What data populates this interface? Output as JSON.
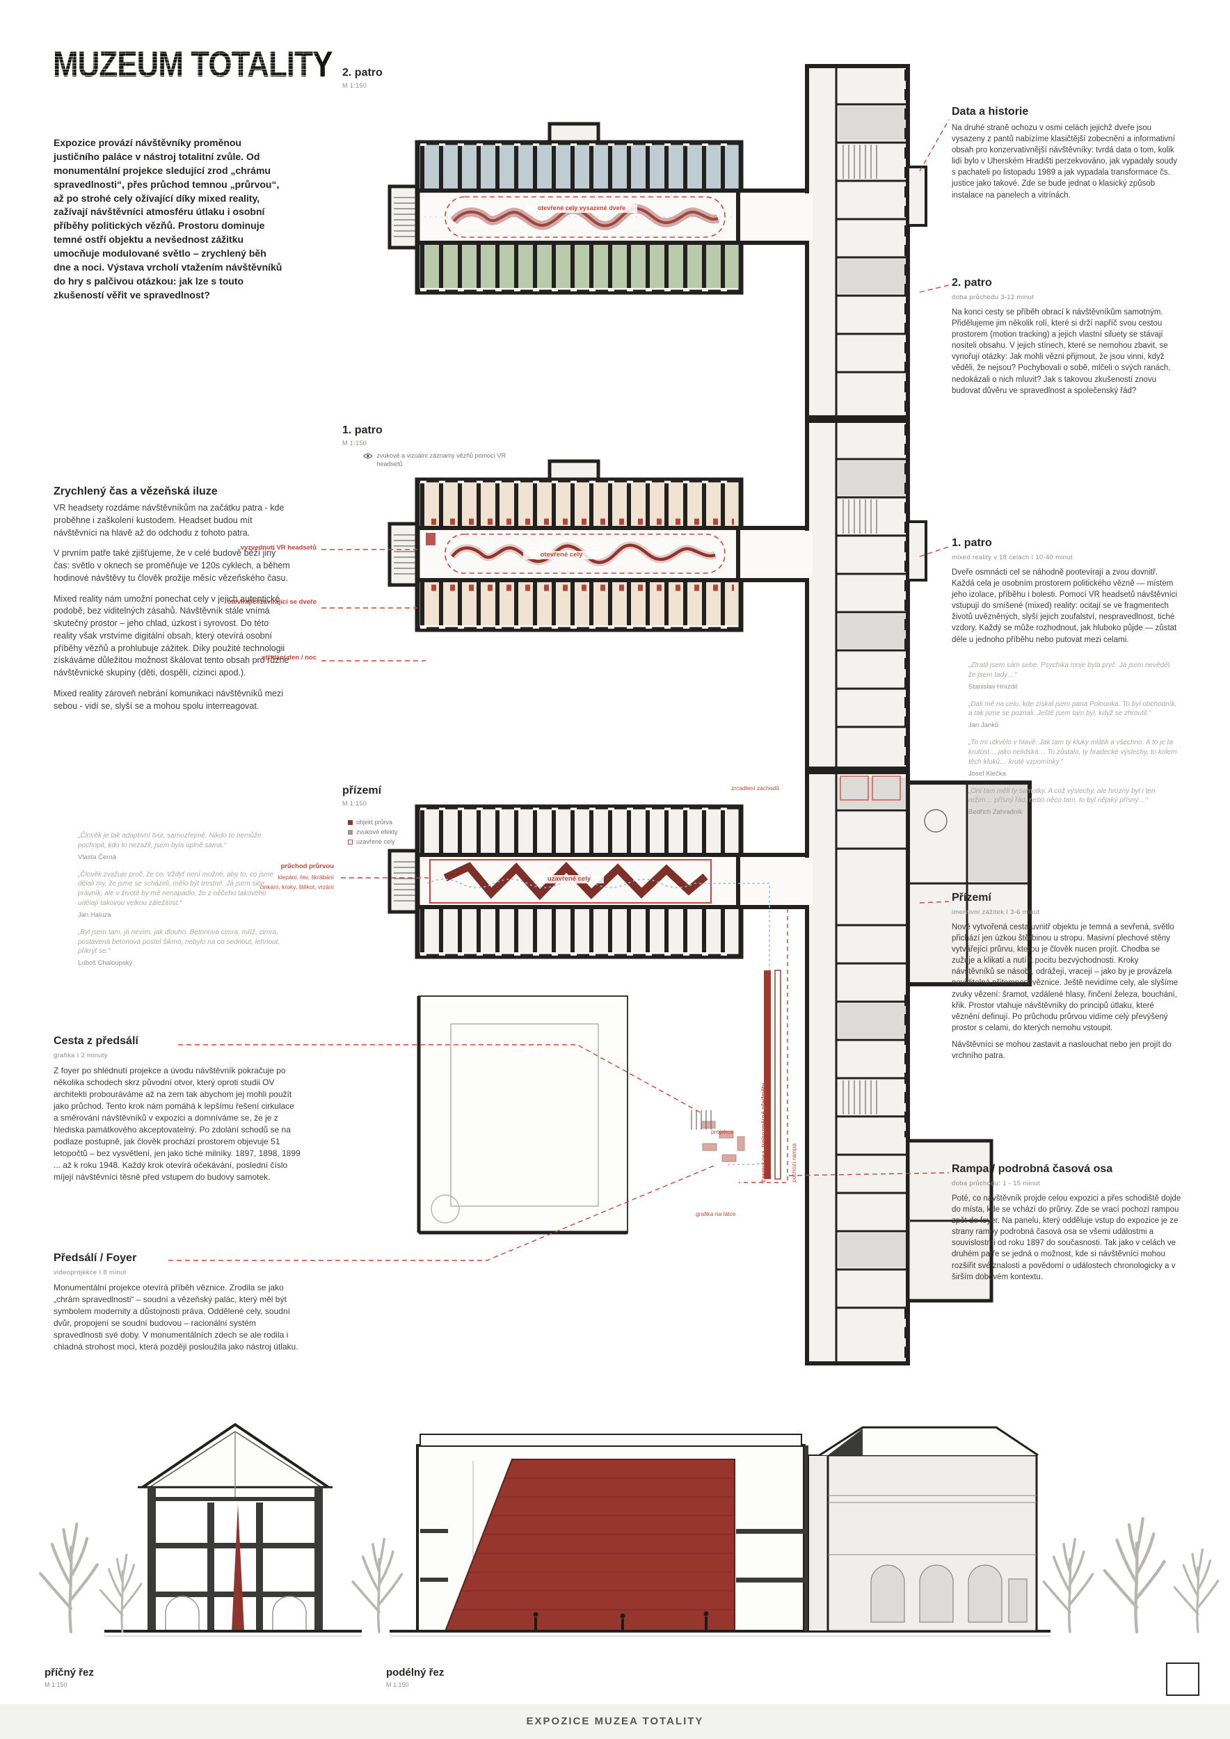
{
  "title": "MUZEUM TOTALITY",
  "footer": "EXPOZICE MUZEA TOTALITY",
  "colors": {
    "accent_red": "#cf4437",
    "dark_red_object": "#8e362e",
    "cells_blue": "#bfcdd2",
    "cells_green": "#b9cbab",
    "cells_cream": "#f1e3d2",
    "ink": "#22211f"
  },
  "icons": {
    "legend_eye": "eye-icon"
  },
  "intro": "Expozice provází návštěvníky proměnou justičního paláce v nástroj totalitní zvůle. Od monumentální projekce sledující zrod „chrámu spravedlnosti“, přes průchod temnou „průrvou“, až po strohé cely ožívající díky mixed reality, zažívají návštěvníci atmosféru útlaku i osobní příběhy politických vězňů. Prostoru dominuje temné ostří objektu a nevšednost zážitku umocňuje modulované světlo – zrychlený běh dne a noci. Výstava vrcholí vtažením návštěvníků do hry s palčivou otázkou: jak lze s touto zkušeností věřit ve spravedlnost?",
  "plans": {
    "second": {
      "label": "2. patro",
      "scale": "M 1:150",
      "open_cells": "otevřené cely vysazené dveře"
    },
    "first": {
      "label": "1. patro",
      "scale": "M 1:150",
      "legend": "zvukové a vizuální záznamy vězňů pomocí VR headsetů",
      "ann1": "vyzvednutí VR headsetů",
      "ann2": "otevírající/zavírající se dveře",
      "ann3": "střídání den / noc",
      "center": "otevřené cely"
    },
    "ground": {
      "label": "přízemí",
      "scale": "M 1:150",
      "legend1": "objekt průrva",
      "legend2": "zvukové efekty",
      "legend3": "uzavřené cely",
      "pass_title": "průchod průrvou",
      "pass_sub": "klepání, řev, škrábání",
      "sounds": "cinkání, kroky, štěkot, vrzání",
      "closed": "uzavřené cely",
      "mirror": "zrcadlení záchodů",
      "fabric": "grafika na látce",
      "projection": "projekce",
      "timeline": "časová osa, trojrozměrné předměty",
      "ramp_label": "pochozí rampa"
    }
  },
  "right_col": {
    "data_history": {
      "title": "Data a historie",
      "body": "Na druhé straně ochozu v osmi celách jejichž dveře jsou vysazeny z pantů nabízíme klasičtější zobecnění a informativní obsah pro konzervativnější návštěvníky: tvrdá data o tom, kolik lidí bylo v Uherském Hradišti perzekvováno, jak vypadaly soudy s pachateli po listopadu 1989 a jak vypadala transformace čs. justice jako takové. Zde se bude jednat o klasický způsob instalace na panelech a vitrínách."
    },
    "second_floor": {
      "title": "2. patro",
      "subtitle": "doba průchodu  3-12 minut",
      "body": "Na konci cesty se příběh obrací k návštěvníkům samotným. Přidělujeme jim několik rolí, které si drží napříč svou cestou prostorem (motion tracking) a jejich vlastní siluety se stávají nositeli obsahu. V jejich stínech, které se nemohou zbavit, se vynořují otázky: Jak mohli vězni přijmout, že jsou vinni, když věděli, že nejsou? Pochybovali o sobě, mlčeli o svých ranách, nedokázali o nich mluvit? Jak s takovou zkušeností znovu budovat důvěru ve spravedlnost a společenský řád?"
    },
    "first_floor": {
      "title": "1. patro",
      "subtitle": "mixed reality v 18 celách I 10-40 minut",
      "body": "Dveře osmnácti cel se náhodně pootevírají a zvou dovnitř. Každá cela je osobním prostorem politického vězně — místem jeho izolace, příběhu i bolesti. Pomocí VR headsetů návštěvníci vstupují do smíšené (mixed) reality: ocitají se ve fragmentech životů uvězněných, slyší jejich zoufalství, nespravedlnost, tiché vzdory. Každý se může rozhodnout, jak hluboko půjde — zůstat déle u jednoho příběhu nebo putovat mezi celami."
    },
    "quotes": [
      {
        "text": "„Ztratil jsem sám sebe. Psychika moje byla pryč. Já jsem nevěděl, že jsem tady…“",
        "author": "Stanislav Hnízdil"
      },
      {
        "text": "„Dali mě na celu, kde získal jsem pana Polounka. To byl obchodník, a tak jsme se poznali. Ještě jsem tam byl, když se zhroutil.“",
        "author": "Jan Janků"
      },
      {
        "text": "„To mi utkvělo v hlavě. Jak tam ty kluky mlátili a všechno. A to je ta krutost… jako nelidská… To zůstalo, ty hradecké výslechy, to kolem těch kluků… kruté vzpomínky.“",
        "author": "Josef Klečka"
      },
      {
        "text": "„Oni tam měli ty samotky. A což výslechy, ale hrozný byl i ten režim… přísný řád, nebo něco tam, to byl nějaký přísný…“",
        "author": "Bedřich Zahradník"
      }
    ],
    "ground_floor": {
      "title": "Přízemí",
      "subtitle": "imerzivní zážitek I 3-6 minut",
      "body1": "Nově vytvořená cesta uvnitř objektu je temná a sevřená, světlo přichází jen úzkou štěrbinou u stropu. Masivní plechové stěny vytvářející průrvu, kterou je člověk nucen projít. Chodba se zužuje a klikatí a nutí k pocitu bezvýchodnosti. Kroky návštěvníků se násobí, odrážejí, vracejí – jako by je provázela neviditelná přítomnost věznice. Ještě nevidíme cely, ale slyšíme zvuky vězení: šramot, vzdálené hlasy, řinčení železa, bouchání, křik. Prostor vtahuje návštěvníky do principů útlaku, které věznění definují. Po průchodu průrvou vidíme celý převýšený prostor s celami, do kterých nemohu vstoupit.",
      "body2": "Návštěvníci se mohou zastavit a naslouchat nebo jen projít do vrchního patra."
    },
    "ramp": {
      "title": "Rampa / podrobná časová osa",
      "subtitle": "doba průchodu: 1 - 15 minut",
      "body": "Poté, co návštěvník projde celou expozici a přes schodiště dojde do místa, kde se vchází do průrvy. Zde se vrací pochozí rampou zpět do foyer. Na panelu, který odděluje vstup do expozice je ze strany rampy podrobná časová osa se všemi událostmi a souvislostmi od roku 1897 do současnosti. Tak jako v celách ve druhém patře se jedná o možnost, kde si návštěvníci mohou rozšířit své znalosti a povědomí o událostech chronologicky a v širším dobovém kontextu."
    }
  },
  "left_col": {
    "accelerated": {
      "title": "Zrychlený čas a vězeňská iluze",
      "p1": "VR headsety rozdáme návštěvníkům na začátku patra - kde proběhne i zaškolení kustodem. Headset budou mít návštěvníci na hlavě až do odchodu z tohoto patra.",
      "p2": "V prvním patře také zjišťujeme, že v celé budově běží jiný čas: světlo v oknech se proměňuje ve 120s cyklech, a během hodinové návštěvy tu člověk prožije měsíc vězeňského času.",
      "p3": "Mixed reality nám umožní ponechat cely v jejich autentické podobě, bez viditelných zásahů. Návštěvník stále vnímá skutečný prostor – jeho chlad, úzkost i syrovost. Do této reality však vrstvíme digitální obsah, který otevírá osobní příběhy vězňů a prohlubuje zážitek. Díky použité technologii získáváme důležitou možnost škálovat tento obsah pro různé návštěvnické skupiny (děti, dospělí, cizinci apod.).",
      "p4": "Mixed reality zároveň nebrání komunikaci návštěvníků mezi sebou - vidí se, slyší se a mohou spolu interreagovat."
    },
    "quotes": [
      {
        "text": "„Člověk je tak adaptivní tvor, samozřejmě. Nikdo to nemůže pochopit, kdo to nezažil, jsem byla úplně sama.“",
        "author": "Vlasta Černá"
      },
      {
        "text": "„Člověk zvažuje proč, že co. Vždyť není možné, aby to, co jsme dělali my, že jsme se scházeli, mělo být trestné. Já jsem sice právník, ale v životě by mě nenapadlo, že z něčeho takového udělají takovou velkou záležitost.“",
        "author": "Jan Haluza"
      },
      {
        "text": "„Byl jsem tam, já nevím, jak dlouho. Betonová cimra, mříž, cimra, postavená betonová postel šikmo, nebylo na co sednout, lehnout, přikrýt se.“",
        "author": "Luboš Chaloupský"
      }
    ],
    "path_from_foyer": {
      "title": "Cesta z předsálí",
      "subtitle": "grafika I 2 minuty",
      "body": "Z foyer po shlédnutí projekce a úvodu návštěvník pokračuje po několika schodech skrz původní otvor, který oproti studii OV architekti probouráváme až na zem tak abychom jej mohli použít jako průchod. Tento krok nám pomáhá k lepšímu řešení cirkulace a směrování návštěvníků v expozici a domníváme se, že je z hlediska památkového akceptovatelný. Po zdolání schodů se na podlaze postupně, jak člověk prochází prostorem objevuje 51 letopočtů – bez vysvětlení, jen jako tiché milníky. 1897, 1898, 1899 ... až k roku 1948. Každý krok otevírá očekávání, poslední číslo míjejí návštěvníci těsně před vstupem do budovy samotek."
    },
    "foyer": {
      "title": "Předsálí / Foyer",
      "subtitle": "videoprojekce I 8 minut",
      "body": "Monumentální projekce otevírá příběh věznice. Zrodila se jako „chrám spravedlnosti“ – soudní a vězeňský palác, který měl být symbolem modernity a důstojnosti práva. Oddělené cely, soudní dvůr, propojení se soudní budovou – racionální systém spravedlnosti své doby. V monumentálních zdech se ale rodila i chladná strohost moci, která později posloužila jako nástroj útlaku."
    }
  },
  "sections": {
    "cross": {
      "label": "příčný řez",
      "scale": "M 1:150"
    },
    "long": {
      "label": "podélný řez",
      "scale": "M 1:150"
    }
  }
}
